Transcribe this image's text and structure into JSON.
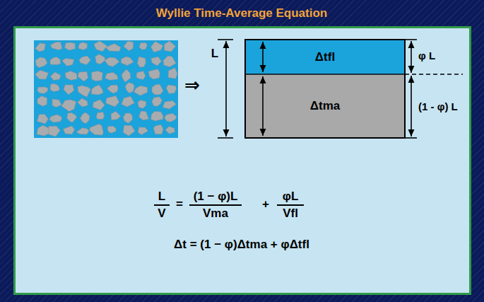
{
  "diagram": {
    "title": "Wyllie Time-Average Equation",
    "nodes": [
      {
        "text": [
          "Δtfl"
        ]
      },
      {
        "text": [
          "Δtma"
        ]
      }
    ],
    "labels": [
      "⇒",
      "L",
      "φ L",
      "(1 - φ) L",
      "L",
      "V",
      "=",
      "(1 − φ)L",
      "Vma",
      "+",
      "φL",
      "Vfl",
      "Δt = (1 − φ)Δtma + φΔtfl"
    ]
  }
}
